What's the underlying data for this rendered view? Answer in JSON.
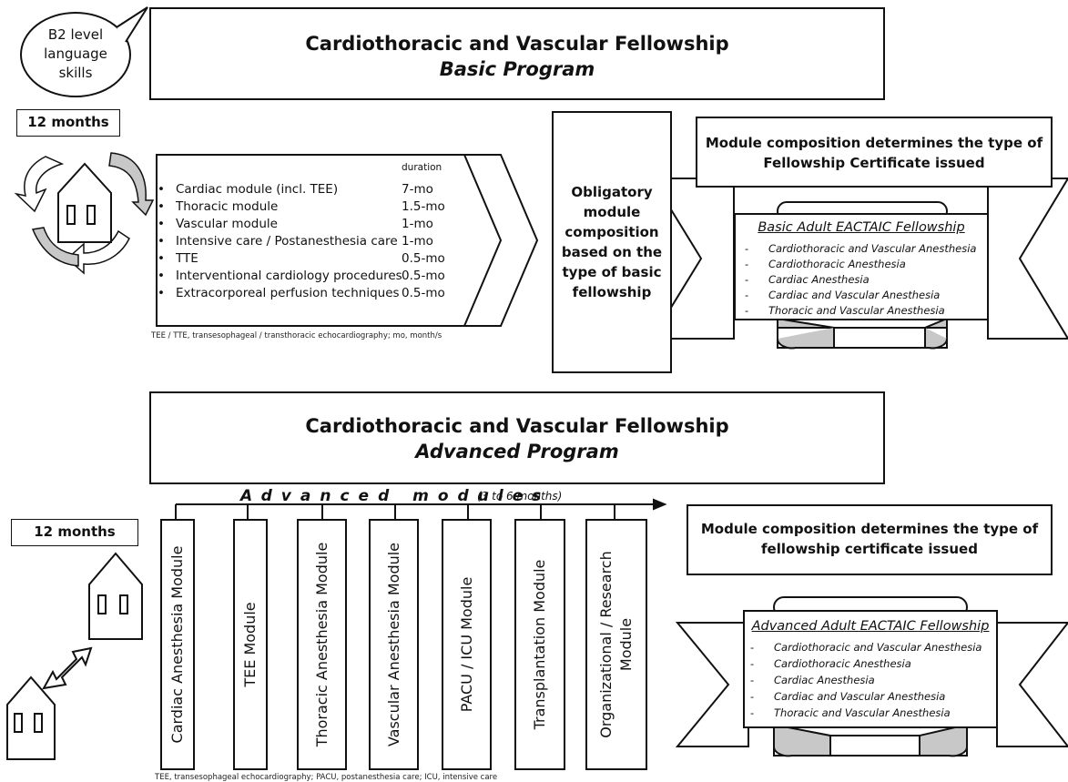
{
  "language_bubble": {
    "lines": [
      "B2 level",
      "language",
      "skills"
    ]
  },
  "basic": {
    "title": "Cardiothoracic and Vascular Fellowship",
    "subtitle": "Basic Program",
    "months": "12 months",
    "duration_header": "duration",
    "modules": [
      {
        "name": "Cardiac module (incl. TEE)",
        "duration": "7-mo"
      },
      {
        "name": "Thoracic module",
        "duration": "1.5-mo"
      },
      {
        "name": "Vascular module",
        "duration": "1-mo"
      },
      {
        "name": "Intensive care / Postanesthesia care",
        "duration": "1-mo"
      },
      {
        "name": "TTE",
        "duration": "0.5-mo"
      },
      {
        "name": "Interventional cardiology procedures",
        "duration": "0.5-mo"
      },
      {
        "name": "Extracorporeal perfusion techniques",
        "duration": "0.5-mo"
      }
    ],
    "bullet": "•",
    "footnote": "TEE / TTE, transesophageal / transthoracic echocardiography; mo, month/s",
    "obligatory_lines": [
      "Obligatory",
      "module",
      "composition",
      "based on the",
      "type of basic",
      "fellowship"
    ],
    "composition_lines": [
      "Module composition determines the type of",
      "Fellowship Certificate issued"
    ],
    "certificate": {
      "title": "Basic Adult EACTAIC Fellowship",
      "items": [
        "Cardiothoracic and Vascular Anesthesia",
        "Cardiothoracic Anesthesia",
        "Cardiac Anesthesia",
        "Cardiac and Vascular Anesthesia",
        "Thoracic and Vascular Anesthesia"
      ]
    }
  },
  "advanced": {
    "title": "Cardiothoracic and Vascular Fellowship",
    "subtitle": "Advanced Program",
    "months": "12 months",
    "modules_heading": "Advanced modules",
    "modules_range": "(3 to 6 months)",
    "modules": [
      {
        "lines": [
          "Cardiac Anesthesia Module"
        ]
      },
      {
        "lines": [
          "TEE Module"
        ]
      },
      {
        "lines": [
          "Thoracic Anesthesia Module"
        ]
      },
      {
        "lines": [
          "Vascular Anesthesia Module"
        ]
      },
      {
        "lines": [
          "PACU / ICU Module"
        ]
      },
      {
        "lines": [
          "Transplantation Module"
        ]
      },
      {
        "lines": [
          "Organizational / Research",
          "Module"
        ]
      }
    ],
    "footnote": "TEE, transesophageal echocardiography; PACU, postanesthesia care; ICU, intensive care",
    "composition_lines": [
      "Module composition determines the type of",
      "fellowship certificate issued"
    ],
    "certificate": {
      "title": "Advanced Adult EACTAIC Fellowship",
      "items": [
        "Cardiothoracic and Vascular Anesthesia",
        "Cardiothoracic Anesthesia",
        "Cardiac Anesthesia",
        "Cardiac and Vascular Anesthesia",
        "Thoracic and Vascular Anesthesia"
      ]
    }
  },
  "dash": "-",
  "colors": {
    "stroke": "#111111",
    "arrow_fill": "#c8c8c8",
    "background": "#ffffff"
  }
}
